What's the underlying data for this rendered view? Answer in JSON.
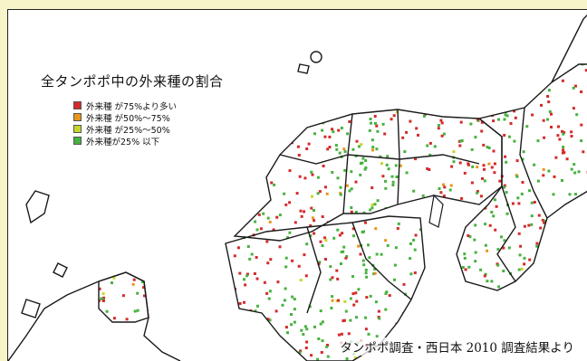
{
  "title": "全タンポポ中の外来種の割合",
  "legend": {
    "items": [
      {
        "label": "外来種 が75%より多い",
        "color": "#d42a2a"
      },
      {
        "label": "外来種 が50%〜75%",
        "color": "#e8951c"
      },
      {
        "label": "外来種 が25%〜50%",
        "color": "#c8d52a"
      },
      {
        "label": "外来種が25% 以下",
        "color": "#46b23f"
      }
    ]
  },
  "source": "タンポポ調査・西日本 2010 調査結果より",
  "colors": {
    "background": "#f7f4c9",
    "map_background": "#ffffff",
    "boundary": "#1a1a1a"
  }
}
